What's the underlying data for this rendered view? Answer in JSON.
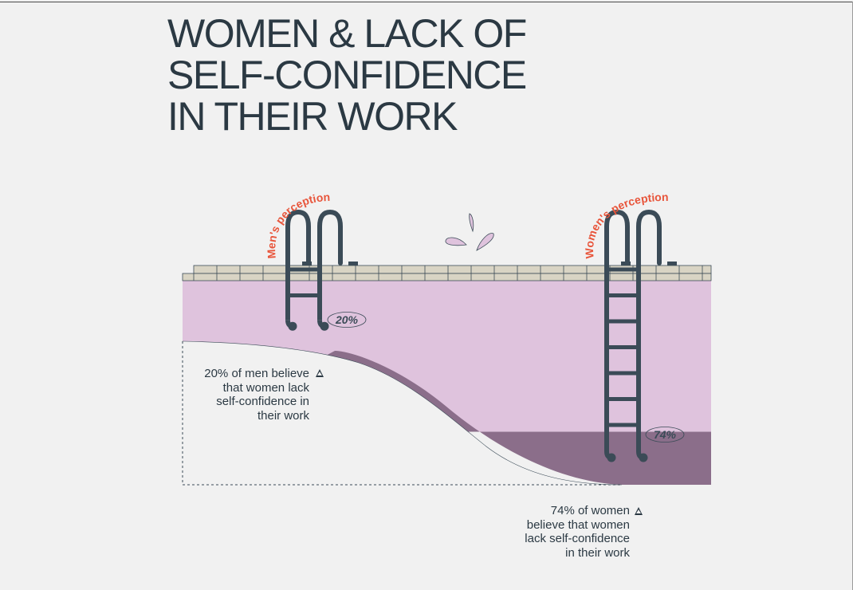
{
  "title": {
    "lines": [
      "WOMEN & LACK OF",
      "SELF-CONFIDENCE",
      "IN THEIR WORK"
    ]
  },
  "chart_data": {
    "type": "bar",
    "categories": [
      "Men's perception",
      "Women's perception"
    ],
    "values": [
      20,
      74
    ],
    "value_labels": [
      "20%",
      "74%"
    ],
    "unit": "%",
    "ylim": [
      0,
      100
    ],
    "colors": {
      "men_water": "#dfc3dd",
      "women_water": "#8b6e8a",
      "ladder": "#3b4b57",
      "label": "#e8553b",
      "deck": "#d9d4c4"
    },
    "annotations": [
      {
        "lines": [
          "20% of men believe",
          "that women lack",
          "self-confidence in",
          "their work"
        ]
      },
      {
        "lines": [
          "74% of women",
          "believe that women",
          "lack self-confidence",
          "in their work"
        ]
      }
    ]
  }
}
